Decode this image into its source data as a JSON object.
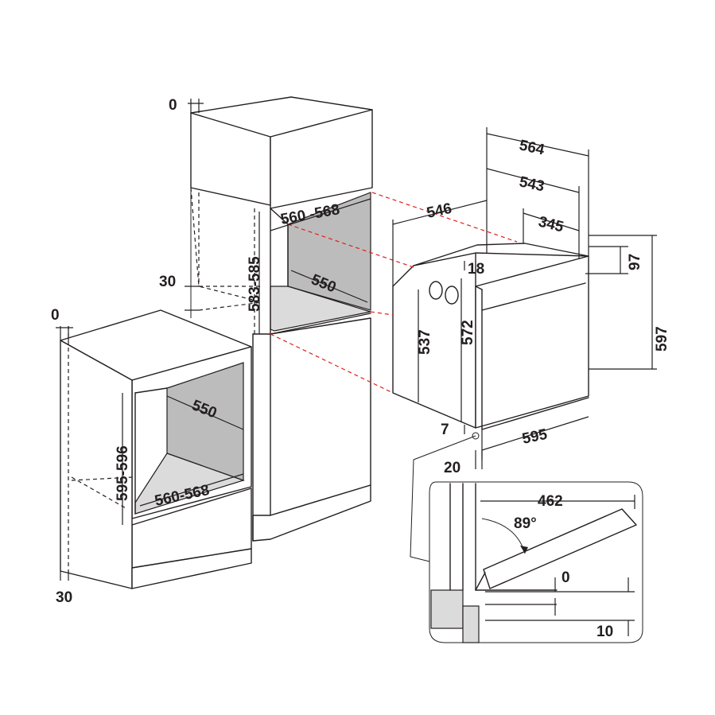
{
  "labels": {
    "top_offset": "0",
    "left_offset": "0",
    "side_30_tall": "30",
    "side_30_base": "30",
    "tall_width": "560 -568",
    "tall_height": "583-585",
    "tall_depth": "550",
    "base_depth": "550",
    "base_height": "595-596",
    "base_width": "560-568",
    "oven_564": "564",
    "oven_543": "543",
    "oven_546": "546",
    "oven_345": "345",
    "oven_18": "18",
    "oven_97": "97",
    "oven_537": "537",
    "oven_572": "572",
    "oven_597": "597",
    "oven_7": "7",
    "oven_595": "595",
    "oven_20": "20",
    "door_462": "462",
    "door_angle": "89°",
    "door_0": "0",
    "door_10": "10"
  }
}
